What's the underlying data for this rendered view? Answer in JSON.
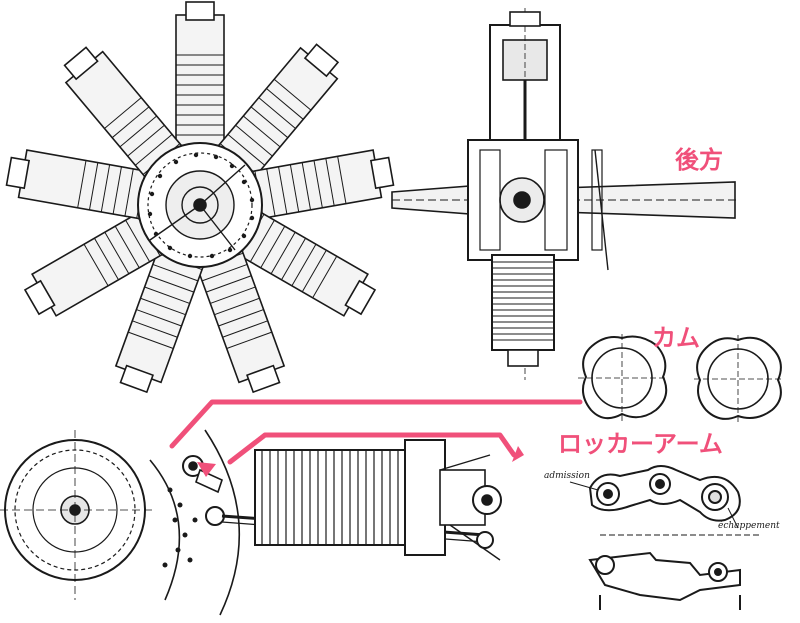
{
  "labels": {
    "rear": "後方",
    "cam": "カム",
    "rocker_arm": "ロッカーアーム",
    "admission": "admission",
    "echappement": "échappement"
  },
  "colors": {
    "accent": "#f0507a",
    "ink": "#1a1a1a",
    "paper": "#ffffff"
  }
}
